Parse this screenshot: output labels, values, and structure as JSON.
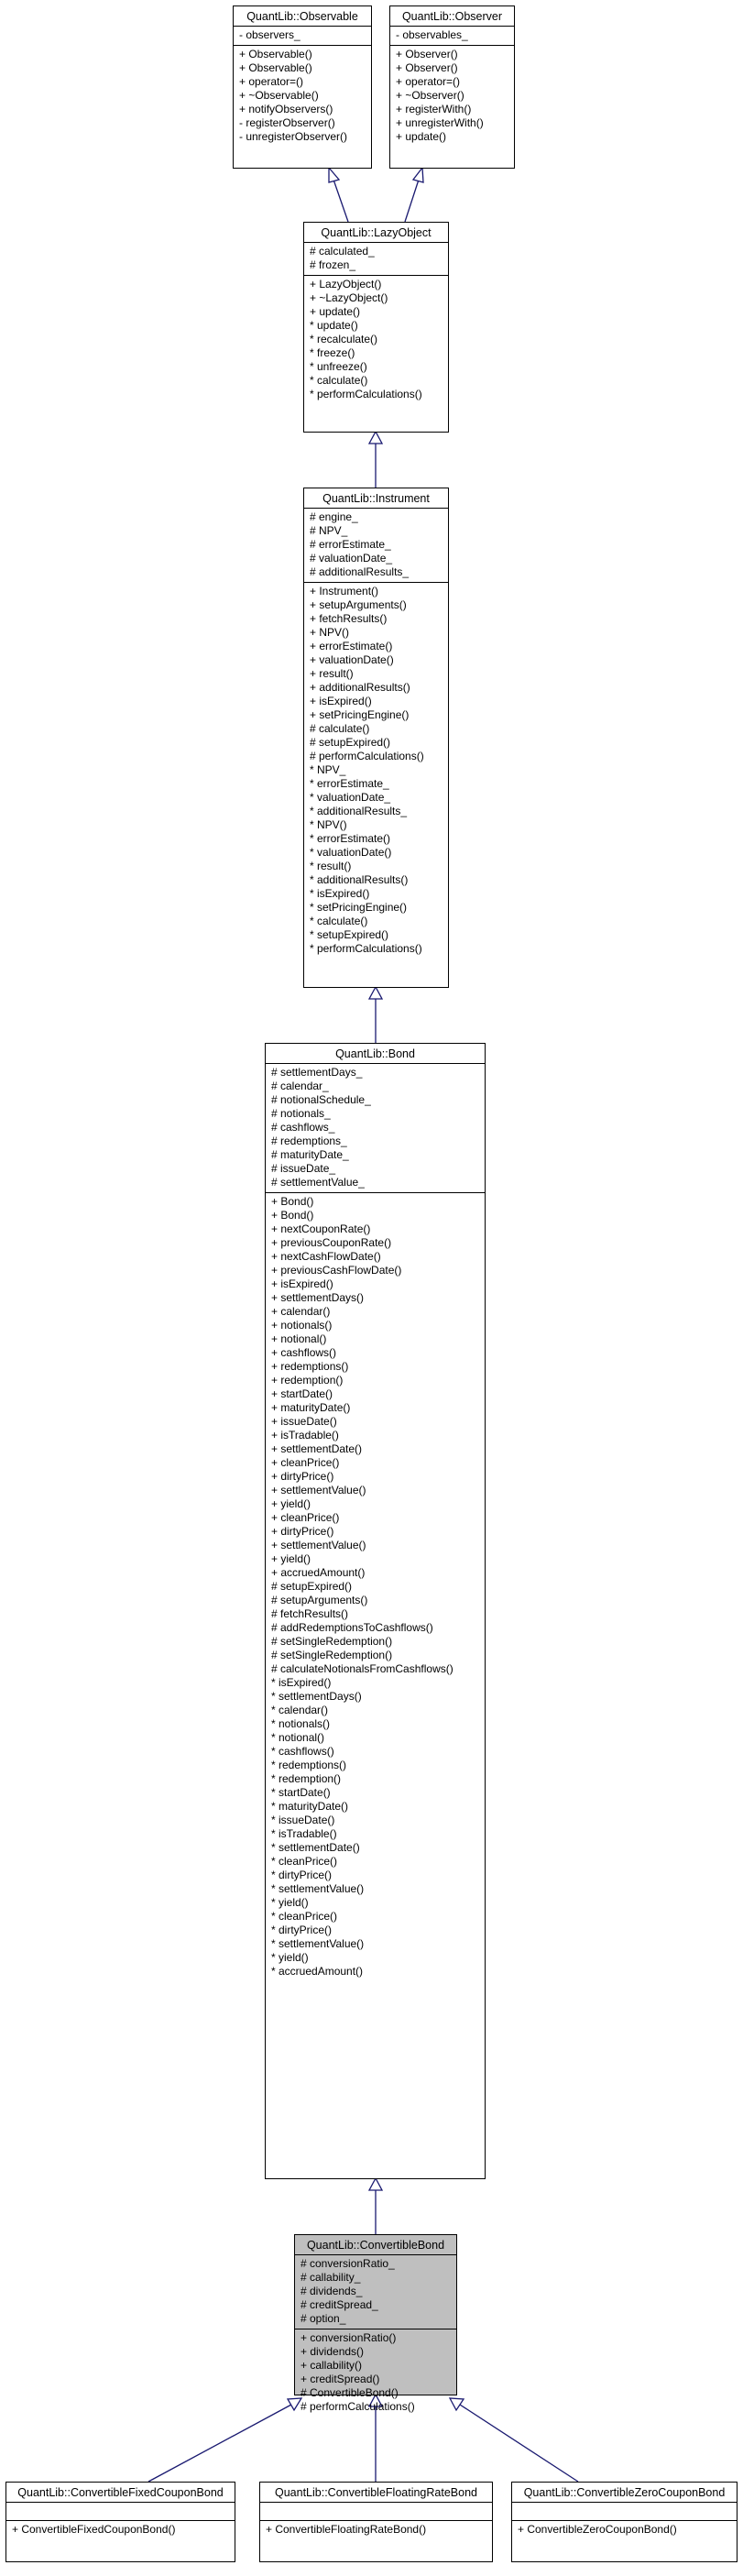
{
  "classes": {
    "observable": {
      "name": "QuantLib::Observable",
      "attributes": [
        "- observers_"
      ],
      "operations": [
        "+ Observable()",
        "+ Observable()",
        "+ operator=()",
        "+ ~Observable()",
        "+ notifyObservers()",
        "- registerObserver()",
        "- unregisterObserver()"
      ]
    },
    "observer": {
      "name": "QuantLib::Observer",
      "attributes": [
        "- observables_"
      ],
      "operations": [
        "+ Observer()",
        "+ Observer()",
        "+ operator=()",
        "+ ~Observer()",
        "+ registerWith()",
        "+ unregisterWith()",
        "+ update()"
      ]
    },
    "lazyobject": {
      "name": "QuantLib::LazyObject",
      "attributes": [
        "# calculated_",
        "# frozen_"
      ],
      "operations": [
        "+ LazyObject()",
        "+ ~LazyObject()",
        "+ update()",
        "* update()",
        "* recalculate()",
        "* freeze()",
        "* unfreeze()",
        "* calculate()",
        "* performCalculations()"
      ]
    },
    "instrument": {
      "name": "QuantLib::Instrument",
      "attributes": [
        "# engine_",
        "# NPV_",
        "# errorEstimate_",
        "# valuationDate_",
        "# additionalResults_"
      ],
      "operations": [
        "+ Instrument()",
        "+ setupArguments()",
        "+ fetchResults()",
        "+ NPV()",
        "+ errorEstimate()",
        "+ valuationDate()",
        "+ result()",
        "+ additionalResults()",
        "+ isExpired()",
        "+ setPricingEngine()",
        "# calculate()",
        "# setupExpired()",
        "# performCalculations()",
        "* NPV_",
        "* errorEstimate_",
        "* valuationDate_",
        "* additionalResults_",
        "* NPV()",
        "* errorEstimate()",
        "* valuationDate()",
        "* result()",
        "* additionalResults()",
        "* isExpired()",
        "* setPricingEngine()",
        "* calculate()",
        "* setupExpired()",
        "* performCalculations()"
      ]
    },
    "bond": {
      "name": "QuantLib::Bond",
      "attributes": [
        "# settlementDays_",
        "# calendar_",
        "# notionalSchedule_",
        "# notionals_",
        "# cashflows_",
        "# redemptions_",
        "# maturityDate_",
        "# issueDate_",
        "# settlementValue_"
      ],
      "operations": [
        "+ Bond()",
        "+ Bond()",
        "+ nextCouponRate()",
        "+ previousCouponRate()",
        "+ nextCashFlowDate()",
        "+ previousCashFlowDate()",
        "+ isExpired()",
        "+ settlementDays()",
        "+ calendar()",
        "+ notionals()",
        "+ notional()",
        "+ cashflows()",
        "+ redemptions()",
        "+ redemption()",
        "+ startDate()",
        "+ maturityDate()",
        "+ issueDate()",
        "+ isTradable()",
        "+ settlementDate()",
        "+ cleanPrice()",
        "+ dirtyPrice()",
        "+ settlementValue()",
        "+ yield()",
        "+ cleanPrice()",
        "+ dirtyPrice()",
        "+ settlementValue()",
        "+ yield()",
        "+ accruedAmount()",
        "# setupExpired()",
        "# setupArguments()",
        "# fetchResults()",
        "# addRedemptionsToCashflows()",
        "# setSingleRedemption()",
        "# setSingleRedemption()",
        "# calculateNotionalsFromCashflows()",
        "* isExpired()",
        "* settlementDays()",
        "* calendar()",
        "* notionals()",
        "* notional()",
        "* cashflows()",
        "* redemptions()",
        "* redemption()",
        "* startDate()",
        "* maturityDate()",
        "* issueDate()",
        "* isTradable()",
        "* settlementDate()",
        "* cleanPrice()",
        "* dirtyPrice()",
        "* settlementValue()",
        "* yield()",
        "* cleanPrice()",
        "* dirtyPrice()",
        "* settlementValue()",
        "* yield()",
        "* accruedAmount()"
      ]
    },
    "convertiblebond": {
      "name": "QuantLib::ConvertibleBond",
      "attributes": [
        "# conversionRatio_",
        "# callability_",
        "# dividends_",
        "# creditSpread_",
        "# option_"
      ],
      "operations": [
        "+ conversionRatio()",
        "+ dividends()",
        "+ callability()",
        "+ creditSpread()",
        "# ConvertibleBond()",
        "# performCalculations()"
      ]
    },
    "fixedcoupon": {
      "name": "QuantLib::ConvertibleFixedCouponBond",
      "attributes": [],
      "operations": [
        "+ ConvertibleFixedCouponBond()"
      ]
    },
    "floatingrate": {
      "name": "QuantLib::ConvertibleFloatingRateBond",
      "attributes": [],
      "operations": [
        "+ ConvertibleFloatingRateBond()"
      ]
    },
    "zerocoupon": {
      "name": "QuantLib::ConvertibleZeroCouponBond",
      "attributes": [],
      "operations": [
        "+ ConvertibleZeroCouponBond()"
      ]
    }
  },
  "colors": {
    "highlight": "#bfbfbf",
    "arrow": "#191970",
    "border": "#000000"
  }
}
